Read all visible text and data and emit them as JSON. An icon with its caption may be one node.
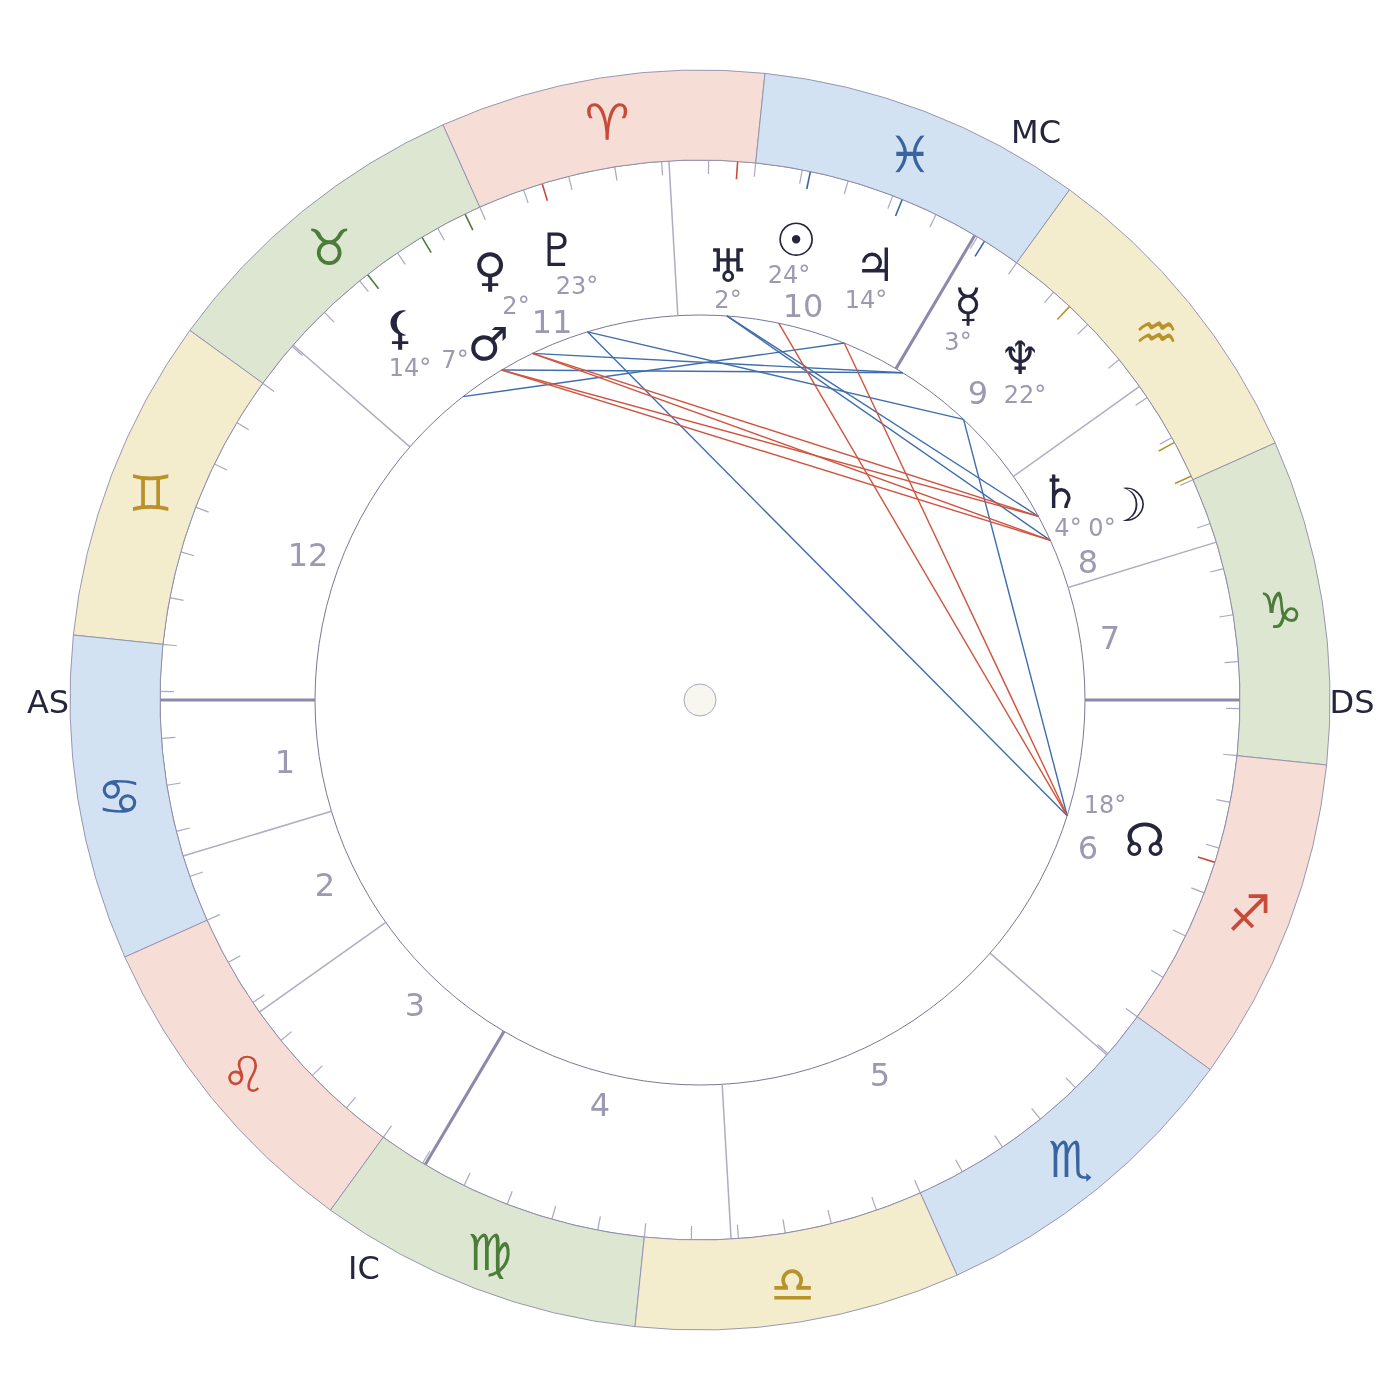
{
  "diagram": {
    "nodes": [
      {
        "text": [
          "♈"
        ]
      },
      {
        "text": [
          "♓"
        ]
      },
      {
        "text": [
          "♉"
        ]
      },
      {
        "text": [
          "♒"
        ]
      },
      {
        "text": [
          "♊"
        ]
      },
      {
        "text": [
          "♑"
        ]
      },
      {
        "text": [
          "♋"
        ]
      },
      {
        "text": [
          "♐"
        ]
      },
      {
        "text": [
          "♌"
        ]
      },
      {
        "text": [
          "♏"
        ]
      },
      {
        "text": [
          "♍"
        ]
      },
      {
        "text": [
          "♎"
        ]
      }
    ],
    "labels": [
      "MC",
      "☉",
      "♇",
      "♃",
      "♅",
      "♀",
      "24°",
      "23°",
      "14°",
      "☿",
      "2°",
      "10",
      "2°",
      "⚸",
      "11",
      "♂",
      "3°",
      "♆",
      "7°",
      "14°",
      "9",
      "22°",
      "♄",
      "☽",
      "4°",
      "0°",
      "12",
      "8",
      "7",
      "AS",
      "DS",
      "1",
      "18°",
      "☊",
      "6",
      "2",
      "3",
      "5",
      "4",
      "IC"
    ]
  }
}
